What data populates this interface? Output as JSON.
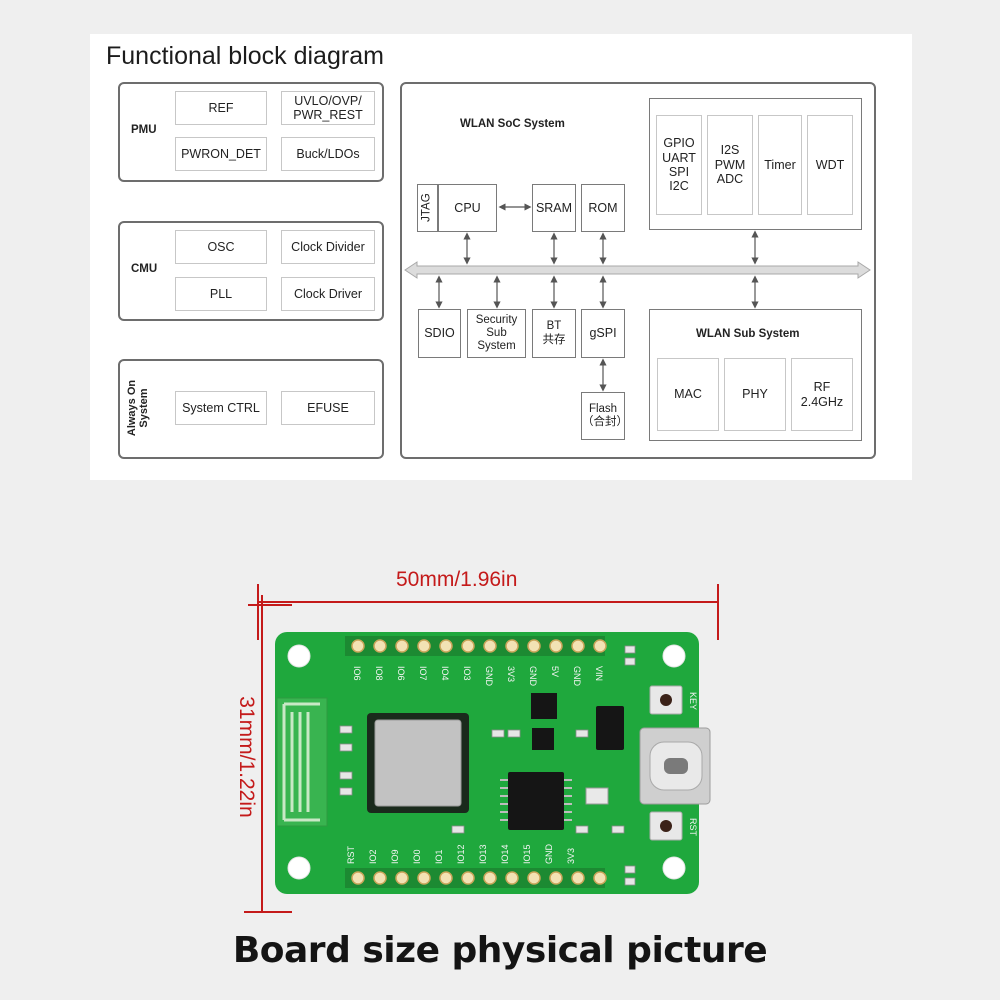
{
  "diagram": {
    "title": "Functional block diagram",
    "pmu": {
      "label": "PMU",
      "blocks": [
        "REF",
        "UVLO/OVP/\nPWR_REST",
        "PWRON_DET",
        "Buck/LDOs"
      ]
    },
    "cmu": {
      "label": "CMU",
      "blocks": [
        "OSC",
        "Clock Divider",
        "PLL",
        "Clock Driver"
      ]
    },
    "always_on": {
      "label": "Always On\nSystem",
      "blocks": [
        "System CTRL",
        "EFUSE"
      ]
    },
    "soc": {
      "label": "WLAN SoC System",
      "jtag": "JTAG",
      "cpu": "CPU",
      "sram": "SRAM",
      "rom": "ROM",
      "sdio": "SDIO",
      "security": "Security\nSub\nSystem",
      "bt": "BT\n共存",
      "gspi": "gSPI",
      "flash": "Flash\n（合封）",
      "peripherals": [
        "GPIO\nUART\nSPI\nI2C",
        "I2S\nPWM\nADC",
        "Timer",
        "WDT"
      ],
      "wlan_sub": {
        "label": "WLAN Sub System",
        "blocks": [
          "MAC",
          "PHY",
          "RF\n2.4GHz"
        ]
      }
    }
  },
  "board": {
    "width_label": "50mm/1.96in",
    "height_label": "31mm/1.22in",
    "top_pins": [
      "IO6",
      "IO8",
      "IO6",
      "IO7",
      "IO4",
      "IO3",
      "GND",
      "3V3",
      "GND",
      "5V",
      "GND",
      "VIN"
    ],
    "bottom_pins": [
      "RST",
      "IO2",
      "IO9",
      "IO0",
      "IO1",
      "IO12",
      "IO13",
      "IO14",
      "IO15",
      "GND",
      "3V3"
    ],
    "labels": {
      "key": "KEY",
      "rst": "RST"
    },
    "colors": {
      "pcb": "#1fa83d",
      "dim": "#c41a1a"
    }
  },
  "caption": "Board size physical picture"
}
